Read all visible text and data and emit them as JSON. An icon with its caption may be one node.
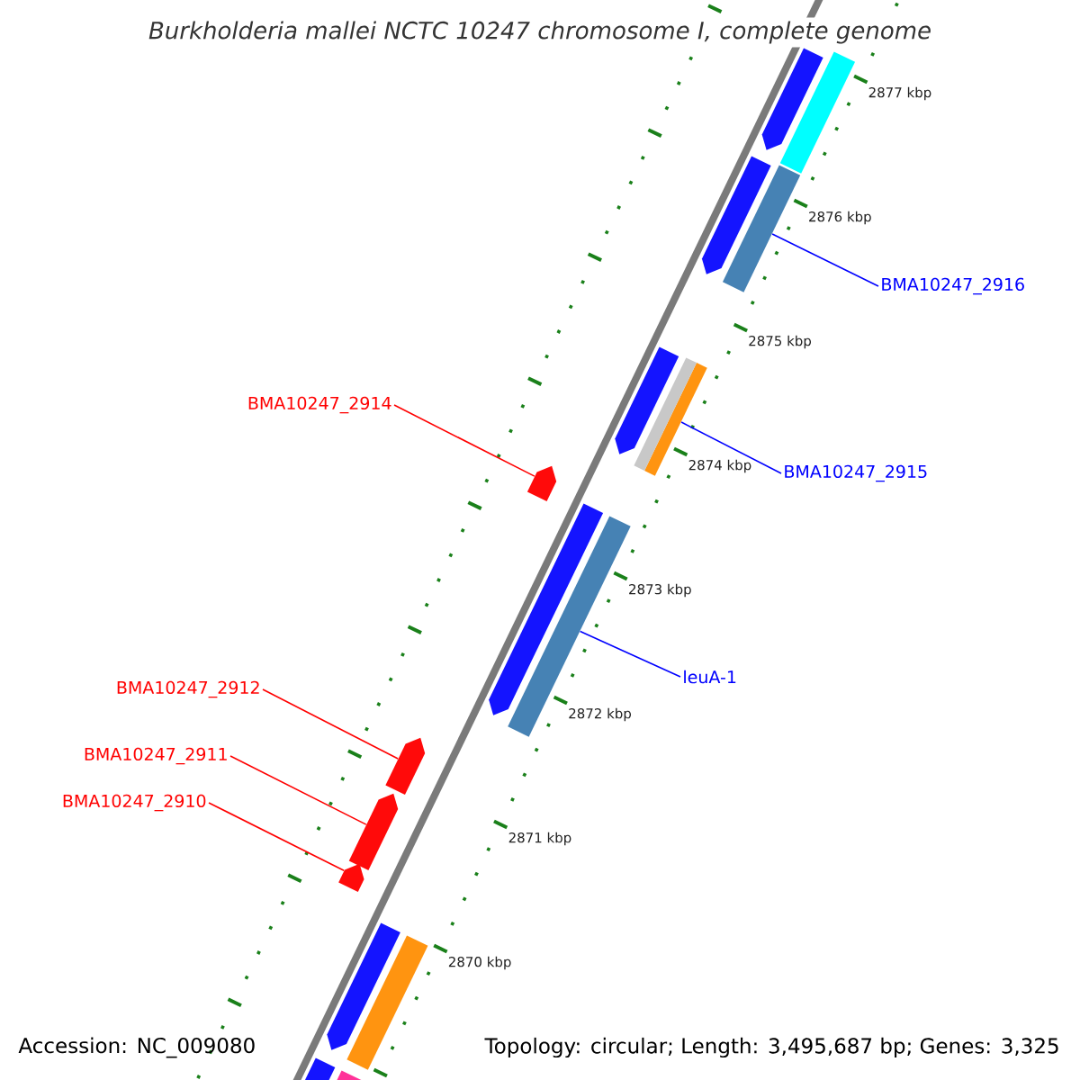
{
  "diagram": {
    "title": "Burkholderia mallei NCTC 10247 chromosome I, complete genome",
    "nodes": [
      {
        "text": [
          "BMA10247_2916"
        ]
      },
      {
        "text": [],
        "shape": "bar"
      },
      {
        "text": [
          "BMA10247_2915"
        ]
      },
      {
        "text": [],
        "shape": "bar"
      },
      {
        "text": [
          "leuA-1"
        ]
      },
      {
        "text": [],
        "shape": "bar"
      },
      {
        "text": [
          "BMA10247_2914"
        ]
      },
      {
        "text": [],
        "shape": "pentagon"
      },
      {
        "text": [
          "BMA10247_2912"
        ]
      },
      {
        "text": [],
        "shape": "pentagon"
      },
      {
        "text": [
          "BMA10247_2911"
        ]
      },
      {
        "text": [],
        "shape": "pentagon"
      },
      {
        "text": [
          "BMA10247_2910"
        ]
      },
      {
        "text": [],
        "shape": "pentagon"
      },
      {
        "text": [],
        "shape": "pentagon"
      },
      {
        "text": [],
        "shape": "pentagon"
      },
      {
        "text": [],
        "shape": "pentagon"
      },
      {
        "text": [],
        "shape": "pentagon"
      },
      {
        "text": [],
        "shape": "pentagon"
      },
      {
        "text": [],
        "shape": "pentagon"
      },
      {
        "text": [],
        "shape": "bar"
      },
      {
        "text": [],
        "shape": "bar"
      },
      {
        "text": [],
        "shape": "bar"
      },
      {
        "text": [],
        "shape": "bar"
      }
    ],
    "edges": [
      {
        "from": 0,
        "to": 1,
        "arrow": "none",
        "color": "#0000ff"
      },
      {
        "from": 2,
        "to": 3,
        "arrow": "none",
        "color": "#0000ff"
      },
      {
        "from": 4,
        "to": 5,
        "arrow": "none",
        "color": "#0000ff"
      },
      {
        "from": 6,
        "to": 7,
        "arrow": "none",
        "color": "#ff0000"
      },
      {
        "from": 8,
        "to": 9,
        "arrow": "none",
        "color": "#ff0000"
      },
      {
        "from": 10,
        "to": 11,
        "arrow": "none",
        "color": "#ff0000"
      },
      {
        "from": 12,
        "to": 13,
        "arrow": "none",
        "color": "#ff0000"
      }
    ],
    "labels": [
      "2877 kbp",
      "2876 kbp",
      "2875 kbp",
      "2874 kbp",
      "2873 kbp",
      "2872 kbp",
      "2871 kbp",
      "2870 kbp",
      "Accession: NC_009080",
      "Topology: circular; Length: 3,495,687 bp; Genes: 3,325"
    ]
  }
}
